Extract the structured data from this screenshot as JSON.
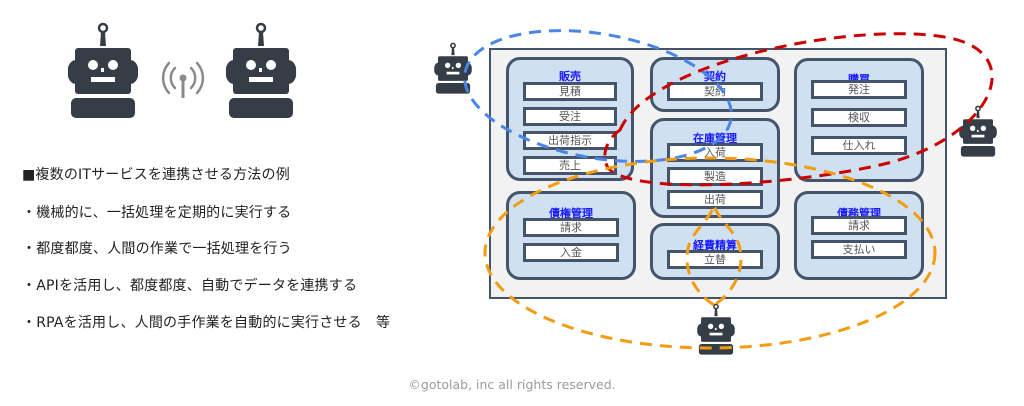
{
  "header_icons": {
    "left_robot": "robot-icon",
    "signal": "wireless-signal-icon",
    "right_robot": "robot-icon"
  },
  "bullets": {
    "heading": "■複数のITサービスを連携させる方法の例",
    "items": [
      "・機械的に、一括処理を定期的に実行する",
      "・都度都度、人間の作業で一括処理を行う",
      "・APIを活用し、都度都度、自動でデータを連携する",
      "・RPAを活用し、人間の手作業を自動的に実行させる　等"
    ]
  },
  "diagram": {
    "groups": [
      {
        "title": "販売",
        "items": [
          "見積",
          "受注",
          "出荷指示",
          "売上"
        ]
      },
      {
        "title": "契約",
        "items": [
          "契約"
        ]
      },
      {
        "title": "購買",
        "items": [
          "発注",
          "検収",
          "仕入れ"
        ]
      },
      {
        "title": "在庫管理",
        "items": [
          "入荷",
          "製造",
          "出荷"
        ]
      },
      {
        "title": "債権管理",
        "items": [
          "請求",
          "入金"
        ]
      },
      {
        "title": "経費精算",
        "items": [
          "立替"
        ]
      },
      {
        "title": "債務管理",
        "items": [
          "請求",
          "支払い"
        ]
      }
    ],
    "link_colors": {
      "blue": "#4a86e8",
      "red": "#cc0000",
      "orange": "#f39c12"
    },
    "robots": [
      "robot-icon",
      "robot-icon",
      "robot-icon"
    ]
  },
  "footer": {
    "copyright": "©gotolab, inc  all rights reserved."
  }
}
